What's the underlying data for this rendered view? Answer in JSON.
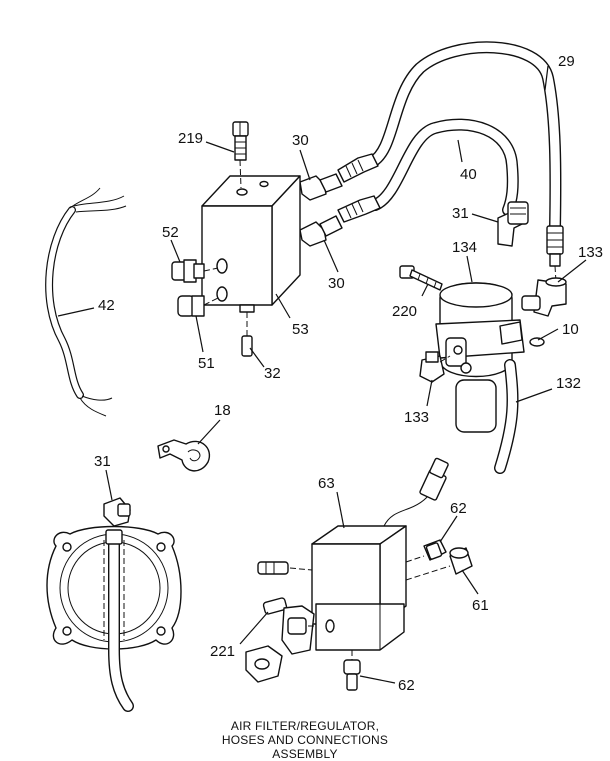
{
  "callouts": {
    "c29": "29",
    "c219": "219",
    "c30_top": "30",
    "c40": "40",
    "c31_top": "31",
    "c52": "52",
    "c42": "42",
    "c30_bottom": "30",
    "c134": "134",
    "c133_top": "133",
    "c220": "220",
    "c53": "53",
    "c10": "10",
    "c51": "51",
    "c32": "32",
    "c133_bottom": "133",
    "c132": "132",
    "c18": "18",
    "c31_bottom": "31",
    "c63": "63",
    "c62_top": "62",
    "c61": "61",
    "c221": "221",
    "c62_bottom": "62"
  },
  "caption": {
    "line1": "AIR FILTER/REGULATOR,",
    "line2": "HOSES AND CONNECTIONS",
    "line3": "ASSEMBLY"
  }
}
